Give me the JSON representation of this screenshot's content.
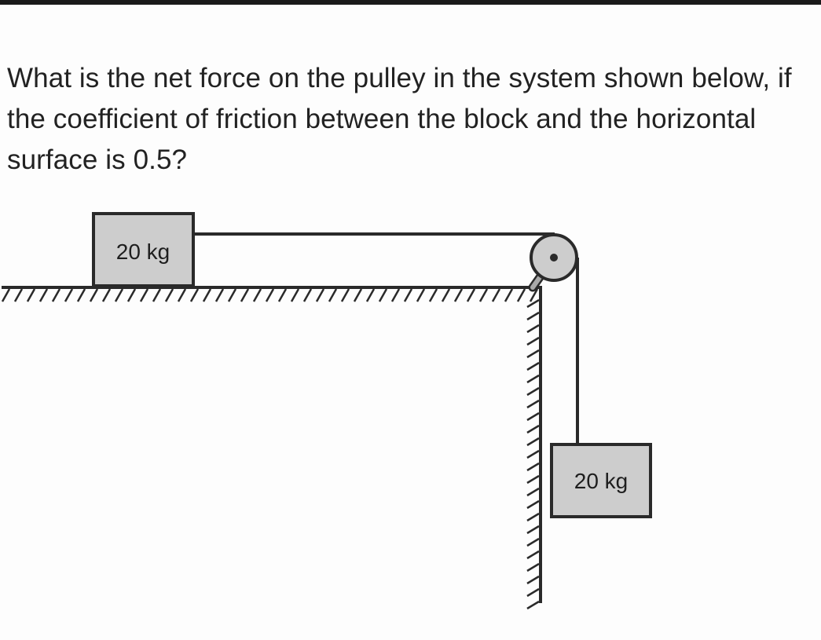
{
  "question": {
    "text": "What is the net force on the pulley in the system shown below, if the coefficient of friction between the block and the horizontal surface is 0.5?"
  },
  "diagram": {
    "block_top_label": "20 kg",
    "block_hanging_label": "20 kg",
    "colors": {
      "block_fill": "#cdcdcd",
      "outline": "#2a2a2a",
      "string": "#2a2a2a"
    }
  }
}
